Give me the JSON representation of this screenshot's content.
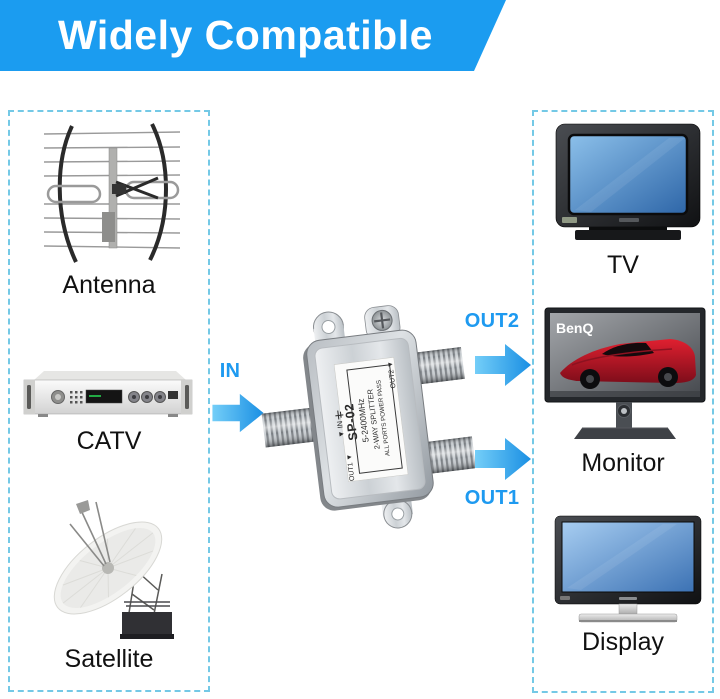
{
  "banner": {
    "title": "Widely Compatible"
  },
  "flow": {
    "in_label": "IN",
    "out2_label": "OUT2",
    "out1_label": "OUT1"
  },
  "splitter": {
    "marking_in": "▼ IN",
    "model": "SP-02",
    "frequency": "5-2400MHz",
    "type": "2-WAY SPLITTER",
    "feature": "ALL PORTS POWER PASS",
    "marking_out1": "OUT1 ▼",
    "marking_out2": "OUT2 ▼"
  },
  "sources": {
    "items": [
      {
        "label": "Antenna",
        "icon": "tv-antenna-illustration"
      },
      {
        "label": "CATV",
        "icon": "catv-receiver-illustration"
      },
      {
        "label": "Satellite",
        "icon": "satellite-dish-illustration"
      }
    ]
  },
  "outputs": {
    "items": [
      {
        "label": "TV",
        "icon": "crt-tv-illustration"
      },
      {
        "label": "Monitor",
        "icon": "desktop-monitor-illustration",
        "screen_brand": "BenQ"
      },
      {
        "label": "Display",
        "icon": "flat-panel-display-illustration"
      }
    ]
  },
  "colors": {
    "banner_blue": "#1b9cf0",
    "arrow_blue_light": "#74cef8",
    "arrow_blue_dark": "#1a8fe3",
    "port_label_blue": "#1e9af0",
    "dashed_border": "#74c9e6"
  }
}
